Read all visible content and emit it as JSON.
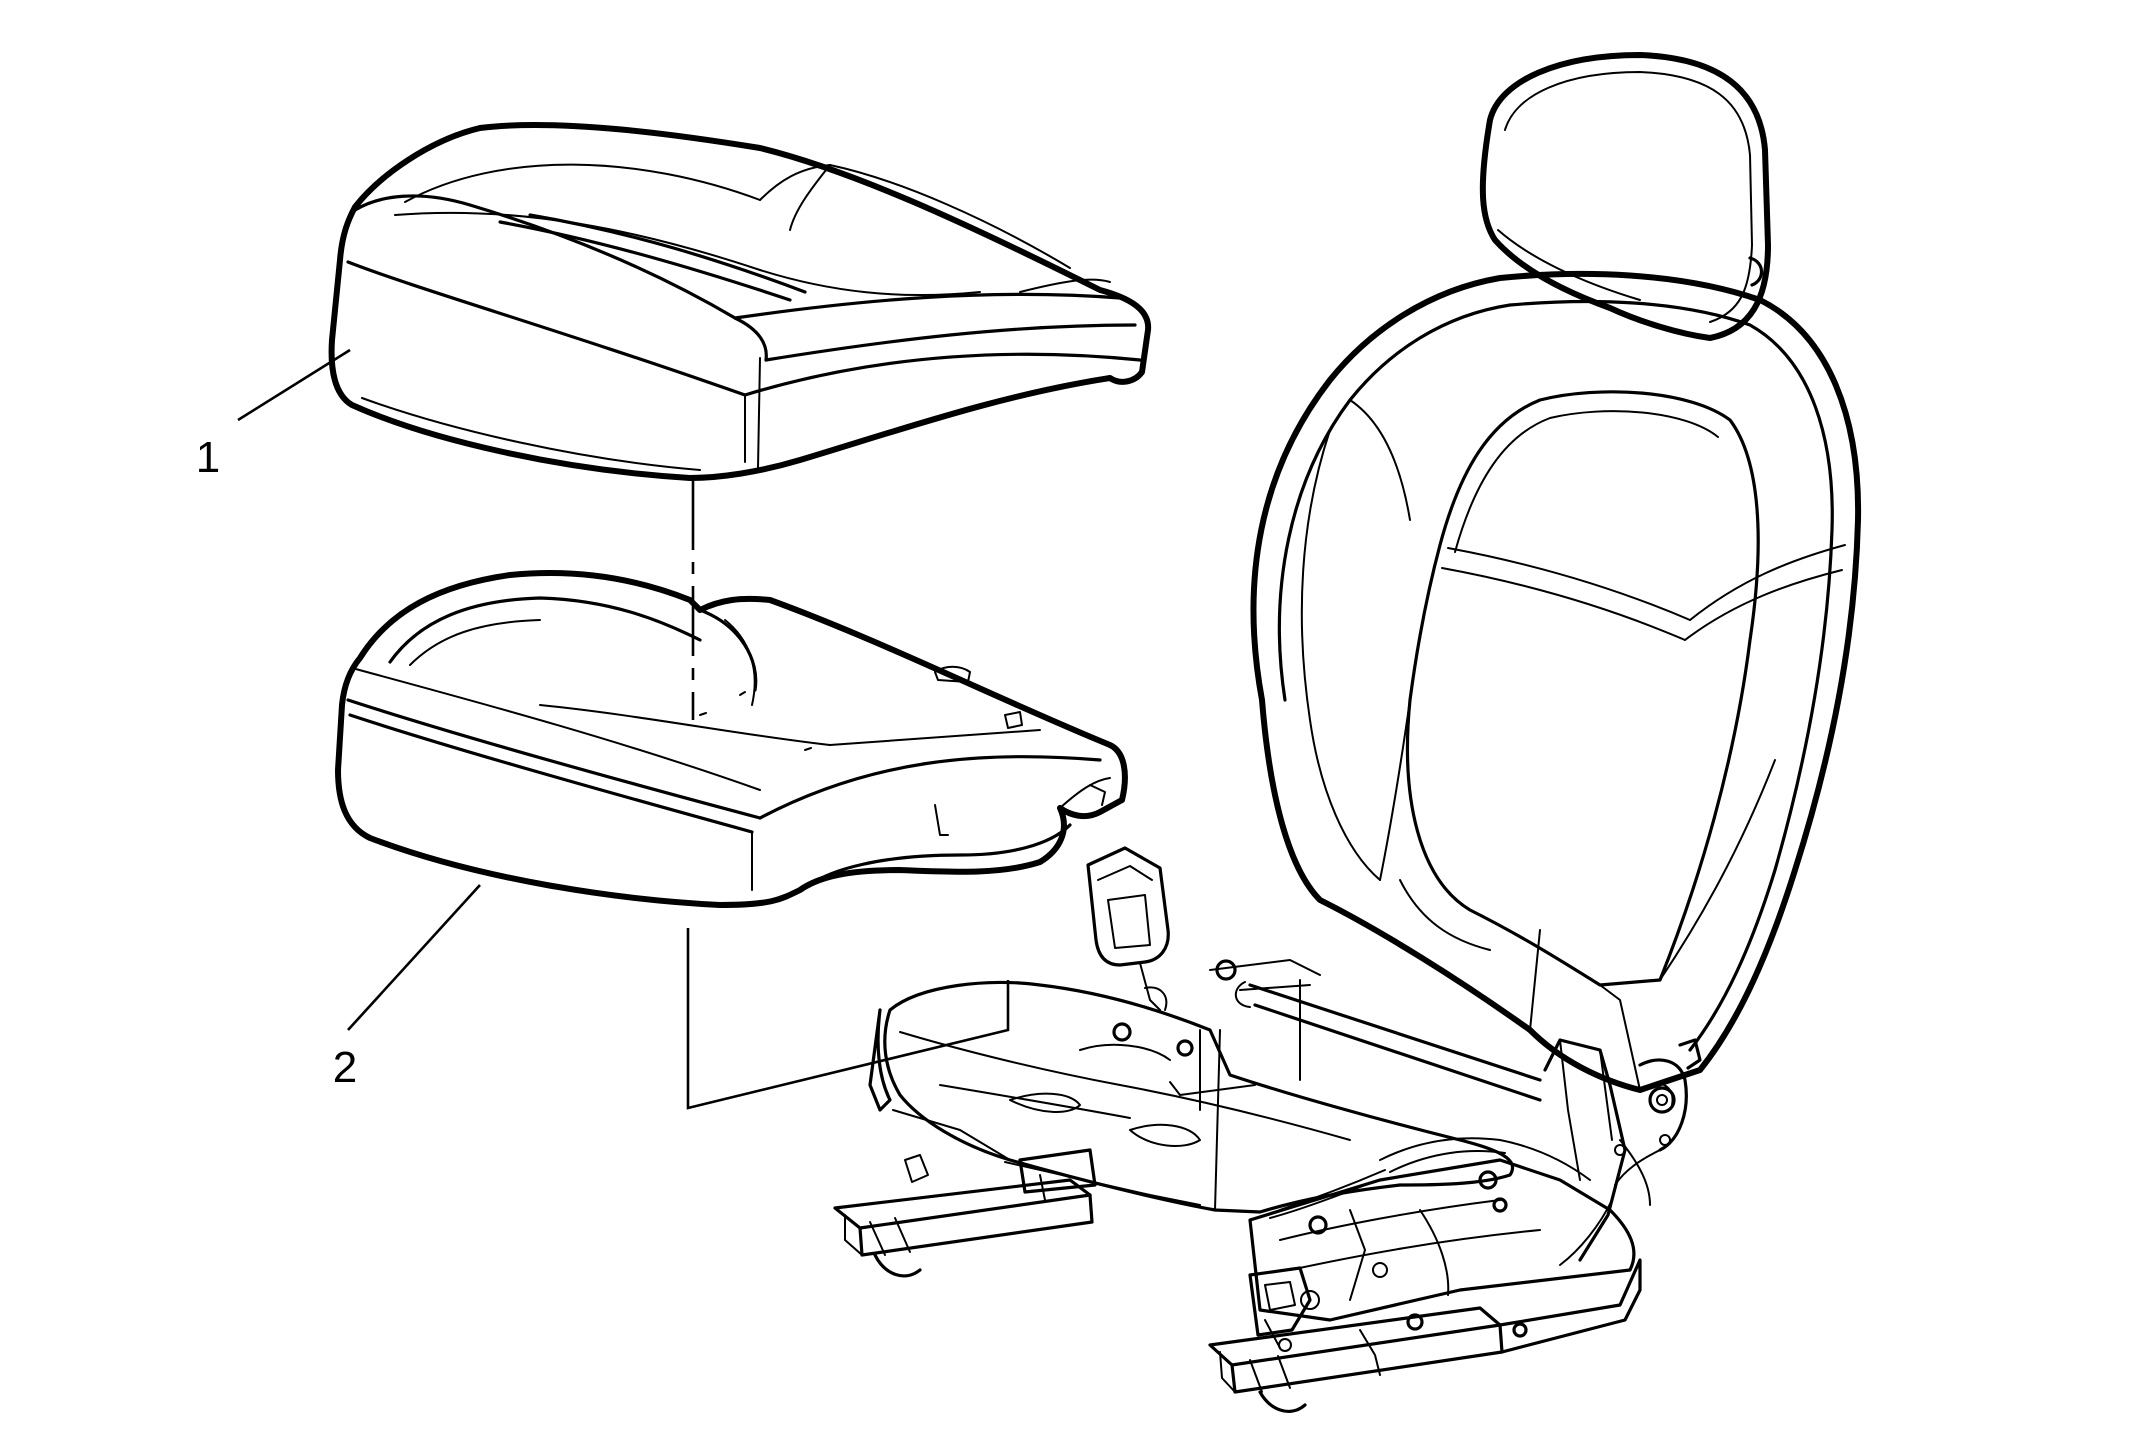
{
  "callouts": [
    {
      "id": "1",
      "label": "1",
      "part": "seat-cushion-cover"
    },
    {
      "id": "2",
      "label": "2",
      "part": "seat-cushion-pad"
    }
  ],
  "colors": {
    "line": "#000000",
    "background": "#ffffff"
  }
}
